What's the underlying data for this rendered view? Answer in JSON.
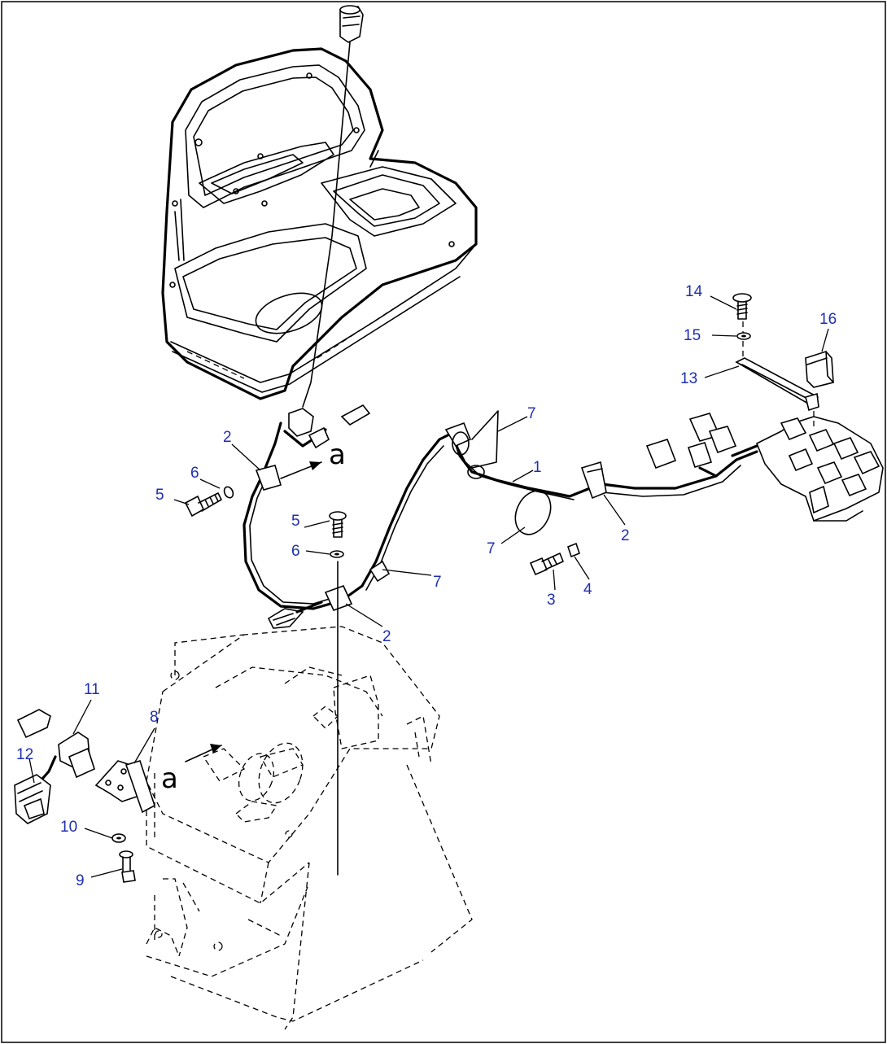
{
  "diagram": {
    "callout_color": "#1f2fb0",
    "reference_letter": "a",
    "callouts": [
      {
        "id": "c14",
        "label": "14",
        "part": "bolt"
      },
      {
        "id": "c15",
        "label": "15",
        "part": "washer"
      },
      {
        "id": "c16",
        "label": "16",
        "part": "relay"
      },
      {
        "id": "c13",
        "label": "13",
        "part": "bracket"
      },
      {
        "id": "c7a",
        "label": "7",
        "part": "clip"
      },
      {
        "id": "c1",
        "label": "1",
        "part": "wiring-harness"
      },
      {
        "id": "c2a",
        "label": "2",
        "part": "clamp"
      },
      {
        "id": "c6a",
        "label": "6",
        "part": "washer"
      },
      {
        "id": "c5a",
        "label": "5",
        "part": "bolt"
      },
      {
        "id": "c5b",
        "label": "5",
        "part": "bolt"
      },
      {
        "id": "c6b",
        "label": "6",
        "part": "washer"
      },
      {
        "id": "c7b",
        "label": "7",
        "part": "clip"
      },
      {
        "id": "c2b",
        "label": "2",
        "part": "clamp"
      },
      {
        "id": "c7c",
        "label": "7",
        "part": "clip"
      },
      {
        "id": "c3",
        "label": "3",
        "part": "bolt"
      },
      {
        "id": "c4",
        "label": "4",
        "part": "nut"
      },
      {
        "id": "c2c",
        "label": "2",
        "part": "clamp"
      },
      {
        "id": "c11",
        "label": "11",
        "part": "connector"
      },
      {
        "id": "c8",
        "label": "8",
        "part": "bracket"
      },
      {
        "id": "c12",
        "label": "12",
        "part": "switch"
      },
      {
        "id": "c10",
        "label": "10",
        "part": "washer"
      },
      {
        "id": "c9",
        "label": "9",
        "part": "bolt"
      }
    ]
  }
}
